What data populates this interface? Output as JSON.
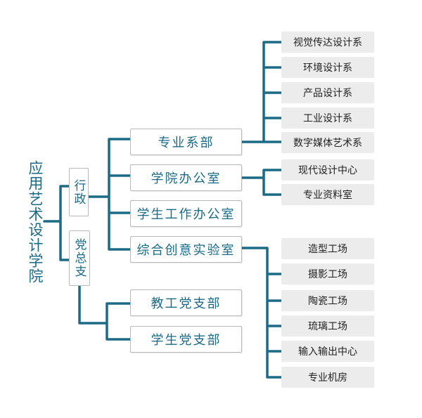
{
  "root": {
    "label": "应用艺术设计学院"
  },
  "admin": {
    "label": "行政"
  },
  "party": {
    "label": "党总支"
  },
  "admin_units": [
    {
      "label": "专业系部"
    },
    {
      "label": "学院办公室"
    },
    {
      "label": "学生工作办公室"
    },
    {
      "label": "综合创意实验室"
    }
  ],
  "party_units": [
    {
      "label": "教工党支部"
    },
    {
      "label": "学生党支部"
    }
  ],
  "departments": [
    {
      "label": "视觉传达设计系"
    },
    {
      "label": "环境设计系"
    },
    {
      "label": "产品设计系"
    },
    {
      "label": "工业设计系"
    },
    {
      "label": "数字媒体艺术系"
    }
  ],
  "office_items": [
    {
      "label": "现代设计中心"
    },
    {
      "label": "专业资料室"
    }
  ],
  "lab_items": [
    {
      "label": "造型工场"
    },
    {
      "label": "摄影工场"
    },
    {
      "label": "陶瓷工场"
    },
    {
      "label": "琉璃工场"
    },
    {
      "label": "输入输出中心"
    },
    {
      "label": "专业机房"
    }
  ],
  "colors": {
    "line": "#1b6a86",
    "text": "#1b6a86",
    "leaf_bg": "#ececec",
    "border": "#b9b9b9"
  }
}
